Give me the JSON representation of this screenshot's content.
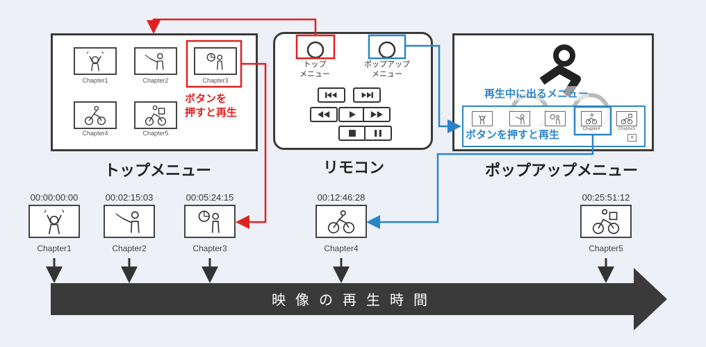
{
  "top_menu": {
    "title": "トップメニュー",
    "chapters": [
      "Chapter1",
      "Chapter2",
      "Chapter3",
      "Chapter4",
      "Chapter5"
    ],
    "callout": [
      "ボタンを",
      "押すと再生"
    ]
  },
  "remote": {
    "title": "リモコン",
    "top_button_label": [
      "トップ",
      "メニュー"
    ],
    "popup_button_label": [
      "ポップアップ",
      "メニュー"
    ],
    "buttons": [
      "skip-back",
      "skip-forward",
      "rewind",
      "play",
      "fast-forward",
      "stop",
      "pause"
    ]
  },
  "popup_menu": {
    "title": "ポップアップメニュー",
    "heading": "再生中に出るメニュー",
    "callout": "ボタンを押すと再生",
    "chapters": [
      "Chapter4",
      "Chapter5"
    ]
  },
  "timeline": {
    "label": "映像の再生時間",
    "chapters": [
      {
        "time": "00:00:00:00",
        "name": "Chapter1",
        "icon": "cheer-icon"
      },
      {
        "time": "00:02:15:03",
        "name": "Chapter2",
        "icon": "presenter-icon"
      },
      {
        "time": "00:05:24:15",
        "name": "Chapter3",
        "icon": "chart-person-icon"
      },
      {
        "time": "00:12:46:28",
        "name": "Chapter4",
        "icon": "bicycle-icon"
      },
      {
        "time": "00:25:51:12",
        "name": "Chapter5",
        "icon": "delivery-bike-icon"
      }
    ]
  },
  "colors": {
    "highlight_red": "#e02020",
    "highlight_blue": "#2a85c8",
    "timeline_bar": "#3a3a3a",
    "background": "#edf0f7"
  }
}
